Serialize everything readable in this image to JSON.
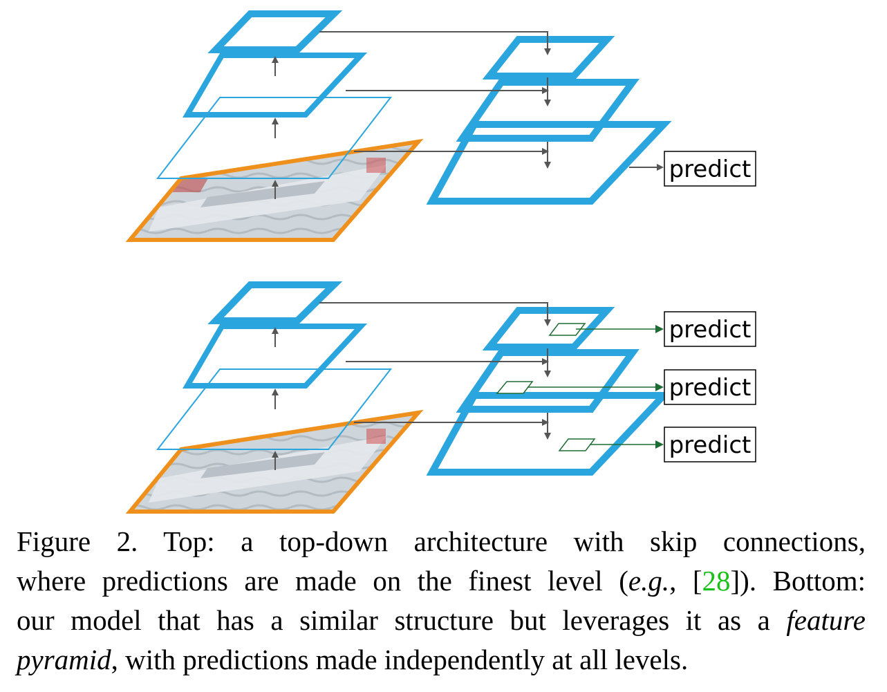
{
  "diagram": {
    "top": {
      "predict_labels": [
        "predict"
      ]
    },
    "bottom": {
      "predict_labels": [
        "predict",
        "predict",
        "predict"
      ]
    },
    "colors": {
      "feature_map": "#2aa5de",
      "image_border": "#f0901c",
      "arrow": "#555555",
      "predict_arrow": "#1e6b34"
    }
  },
  "caption": {
    "figure_label": "Figure 2.",
    "part1": " Top:  a top-down architecture with skip connections,",
    "part2": "where predictions are made on the finest level (",
    "eg": "e.g.",
    "part3": ", [",
    "ref": "28",
    "part4": "]). Bottom:",
    "part5": "our model that has a similar structure but leverages it as a ",
    "feature_pyramid_1": "feature",
    "feature_pyramid_2": "pyramid",
    "part6": ", with predictions made independently at all levels."
  }
}
